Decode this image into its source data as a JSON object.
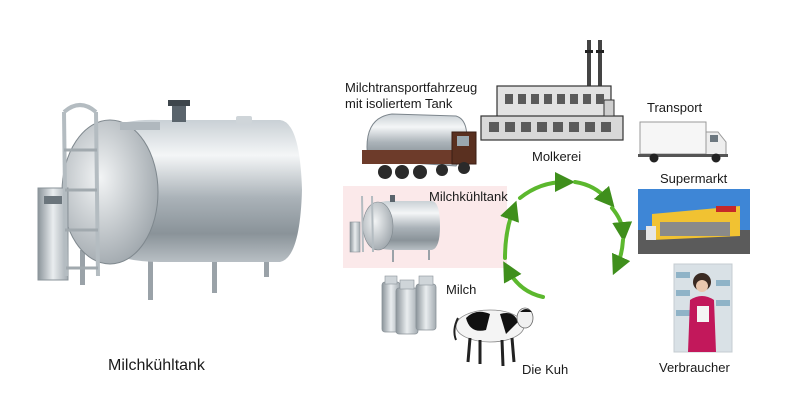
{
  "main_caption": "Milchkühltank",
  "cycle": {
    "truck_label_line1": "Milchtransportfahrzeug",
    "truck_label_line2": "mit isoliertem Tank",
    "dairy_label": "Molkerei",
    "transport_label": "Transport",
    "supermarket_label": "Supermarkt",
    "consumer_label": "Verbraucher",
    "cow_label": "Die Kuh",
    "milk_label": "Milch",
    "tank_label": "Milchkühltank"
  },
  "colors": {
    "arrow_green": "#5cb82e",
    "arrow_dark": "#3f8f1c",
    "highlight_pink": "#fbe9ea",
    "steel_light": "#e8ecef",
    "steel_dark": "#7c858c"
  }
}
